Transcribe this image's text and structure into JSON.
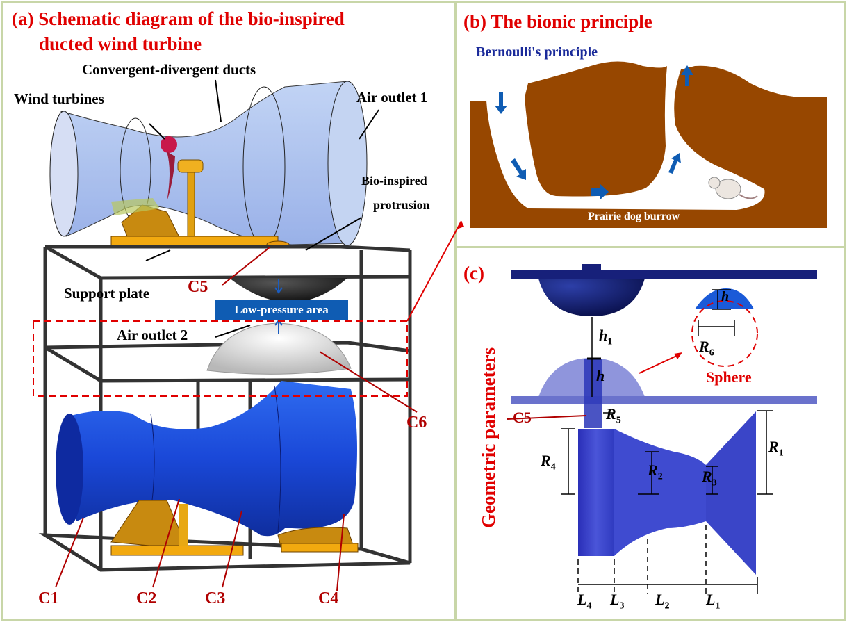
{
  "panel_a": {
    "title_line1": "(a) Schematic diagram of the bio-inspired",
    "title_line2": "ducted wind turbine",
    "labels": {
      "ducts": "Convergent-divergent ducts",
      "turbines": "Wind turbines",
      "outlet1": "Air outlet 1",
      "protrusion1": "Bio-inspired",
      "protrusion2": "protrusion",
      "support": "Support plate",
      "outlet2": "Air outlet 2",
      "low_pressure": "Low-pressure area"
    },
    "components": [
      "C1",
      "C2",
      "C3",
      "C4",
      "C5",
      "C6"
    ]
  },
  "panel_b": {
    "title": "(b) The bionic principle",
    "subtitle": "Bernoulli's principle",
    "caption": "Prairie dog burrow"
  },
  "panel_c": {
    "title": "(c)",
    "vertical_title": "Geometric parameters",
    "sphere_label": "Sphere",
    "c5_label": "C5",
    "dims": {
      "h1": "h",
      "h1_sub": "1",
      "h": "h",
      "R6": "R",
      "R6_sub": "6",
      "R5": "R",
      "R5_sub": "5",
      "R4": "R",
      "R4_sub": "4",
      "R2": "R",
      "R2_sub": "2",
      "R3": "R",
      "R3_sub": "3",
      "R1": "R",
      "R1_sub": "1",
      "L4": "L",
      "L4_sub": "4",
      "L3": "L",
      "L3_sub": "3",
      "L2": "L",
      "L2_sub": "2",
      "L1": "L",
      "L1_sub": "1"
    }
  },
  "colors": {
    "title_red": "#e00000",
    "component_red": "#b00000",
    "duct_blue": "#1846d6",
    "soil_brown": "#974700",
    "arrow_blue": "#0f5cb3",
    "border_green": "#c8d6a8"
  }
}
